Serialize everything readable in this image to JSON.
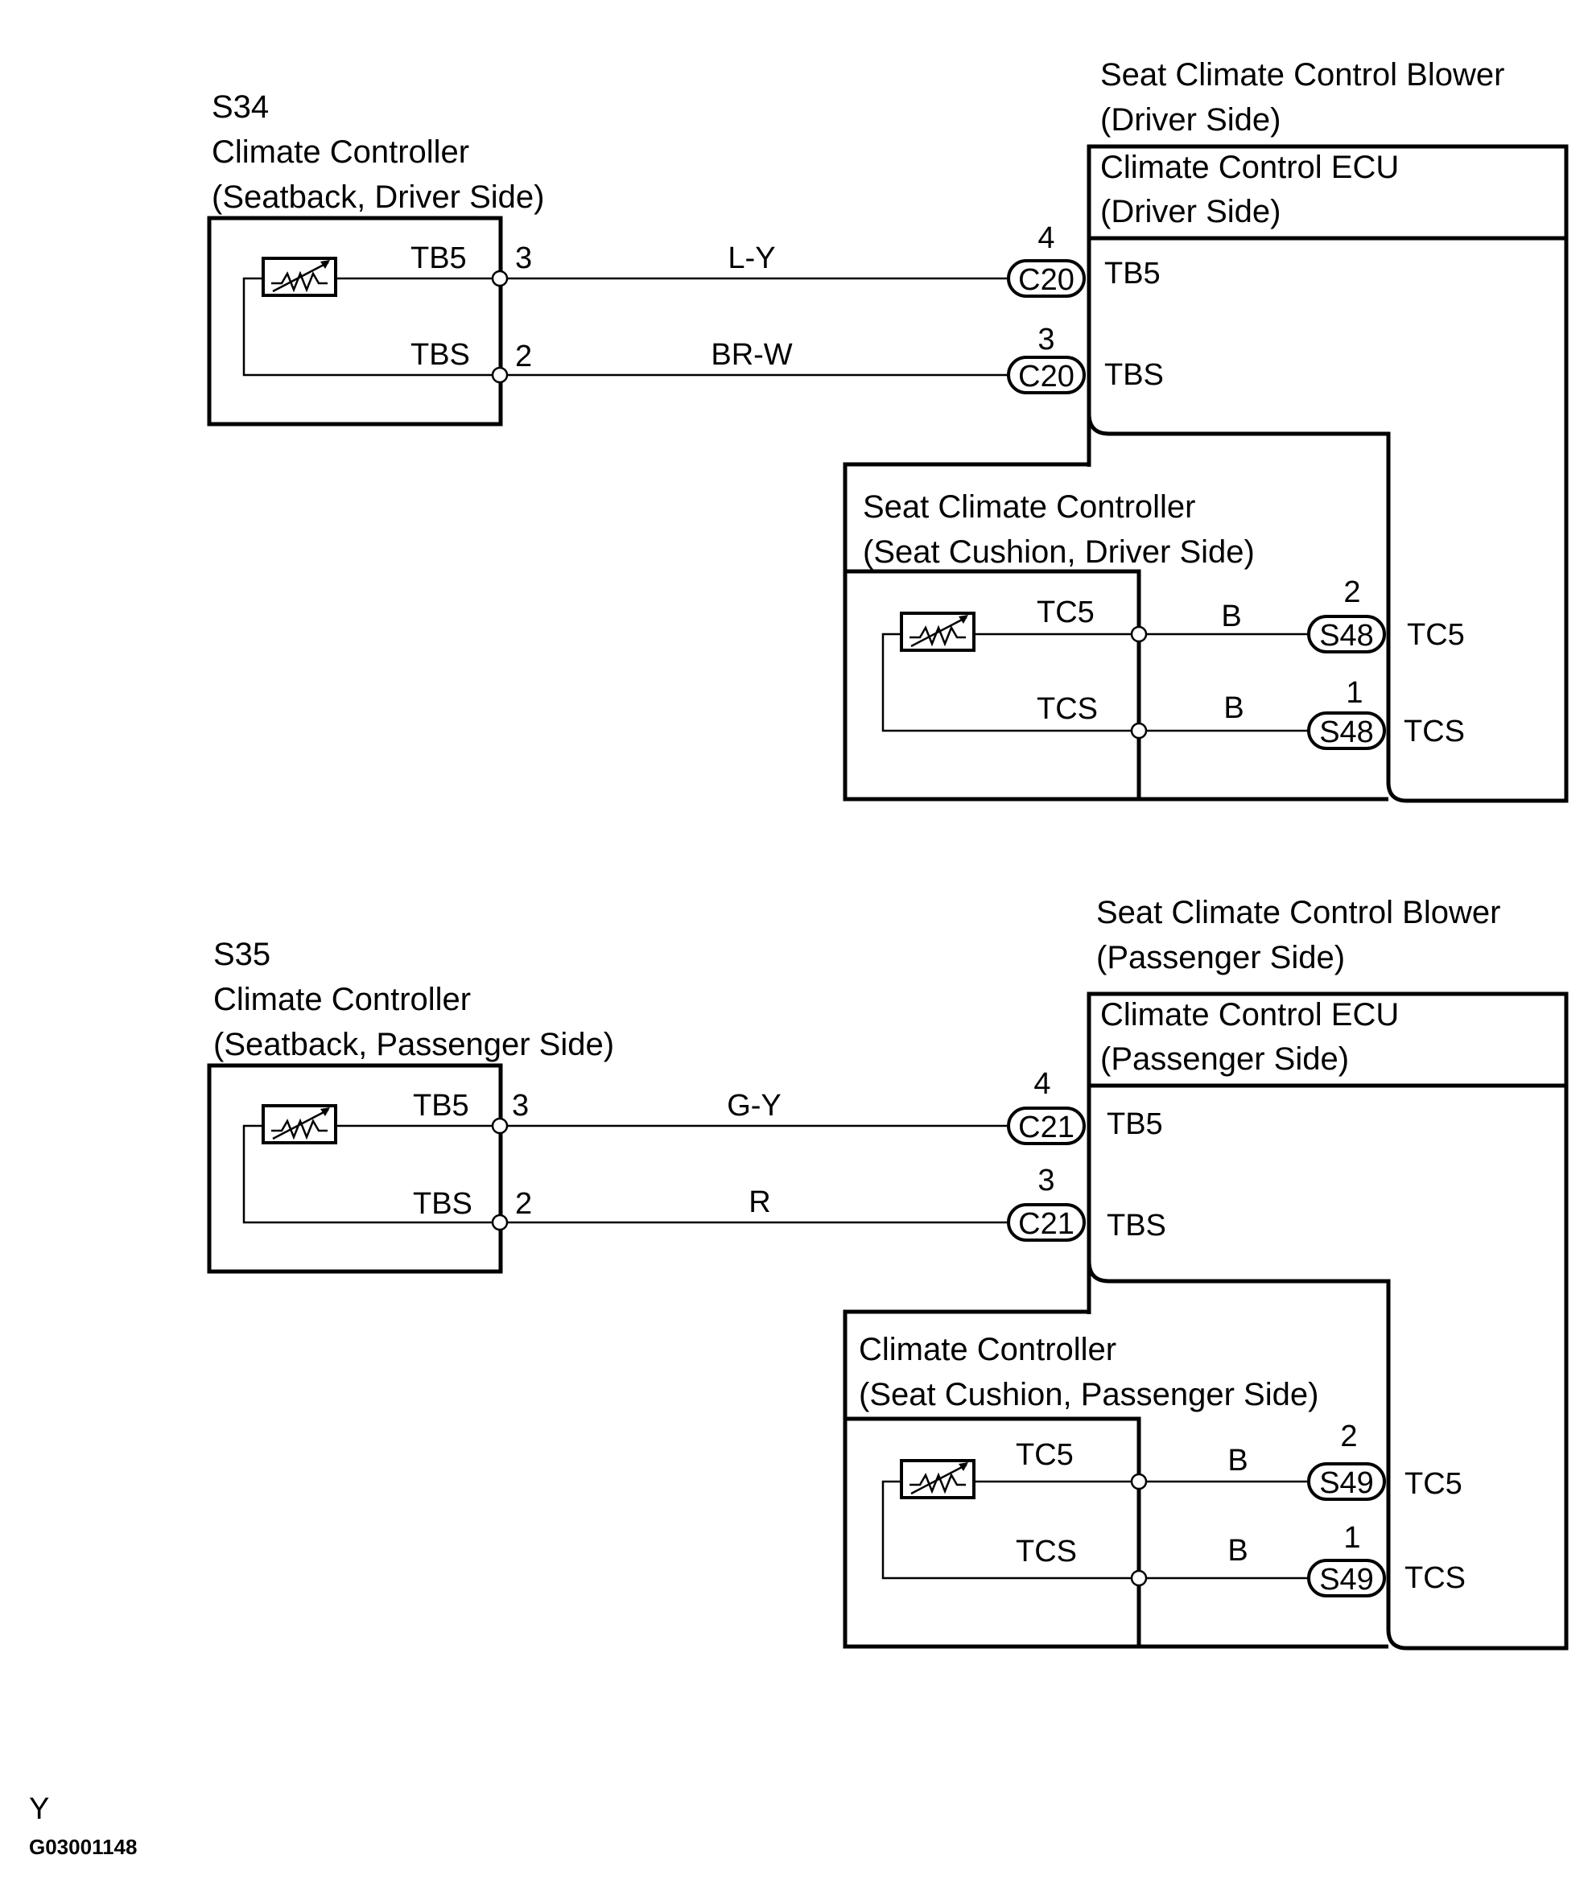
{
  "figure_code": "G03001148",
  "corner_mark": "Y",
  "circuits": [
    {
      "sensor": {
        "code": "S34",
        "name": "Climate Controller",
        "location": "(Seatback, Driver Side)",
        "terminals": [
          {
            "name": "TB5",
            "pin": "3"
          },
          {
            "name": "TBS",
            "pin": "2"
          }
        ]
      },
      "wires": [
        "L-Y",
        "BR-W"
      ],
      "blower": {
        "title1": "Seat Climate Control Blower",
        "title2": "(Driver Side)",
        "ecu1": "Climate Control ECU",
        "ecu2": "(Driver Side)",
        "connector": "C20",
        "pins": [
          "4",
          "3"
        ],
        "terminals": [
          "TB5",
          "TBS"
        ]
      },
      "cushion": {
        "name": "Seat Climate Controller",
        "location": "(Seat Cushion, Driver Side)",
        "terminals": [
          "TC5",
          "TCS"
        ],
        "wires": [
          "B",
          "B"
        ],
        "connector": "S48",
        "pins": [
          "2",
          "1"
        ],
        "ecu_terminals": [
          "TC5",
          "TCS"
        ]
      }
    },
    {
      "sensor": {
        "code": "S35",
        "name": "Climate Controller",
        "location": "(Seatback, Passenger Side)",
        "terminals": [
          {
            "name": "TB5",
            "pin": "3"
          },
          {
            "name": "TBS",
            "pin": "2"
          }
        ]
      },
      "wires": [
        "G-Y",
        "R"
      ],
      "blower": {
        "title1": "Seat Climate Control Blower",
        "title2": "(Passenger Side)",
        "ecu1": "Climate Control ECU",
        "ecu2": "(Passenger Side)",
        "connector": "C21",
        "pins": [
          "4",
          "3"
        ],
        "terminals": [
          "TB5",
          "TBS"
        ]
      },
      "cushion": {
        "name": "Climate Controller",
        "location": "(Seat Cushion, Passenger Side)",
        "terminals": [
          "TC5",
          "TCS"
        ],
        "wires": [
          "B",
          "B"
        ],
        "connector": "S49",
        "pins": [
          "2",
          "1"
        ],
        "ecu_terminals": [
          "TC5",
          "TCS"
        ]
      }
    }
  ]
}
